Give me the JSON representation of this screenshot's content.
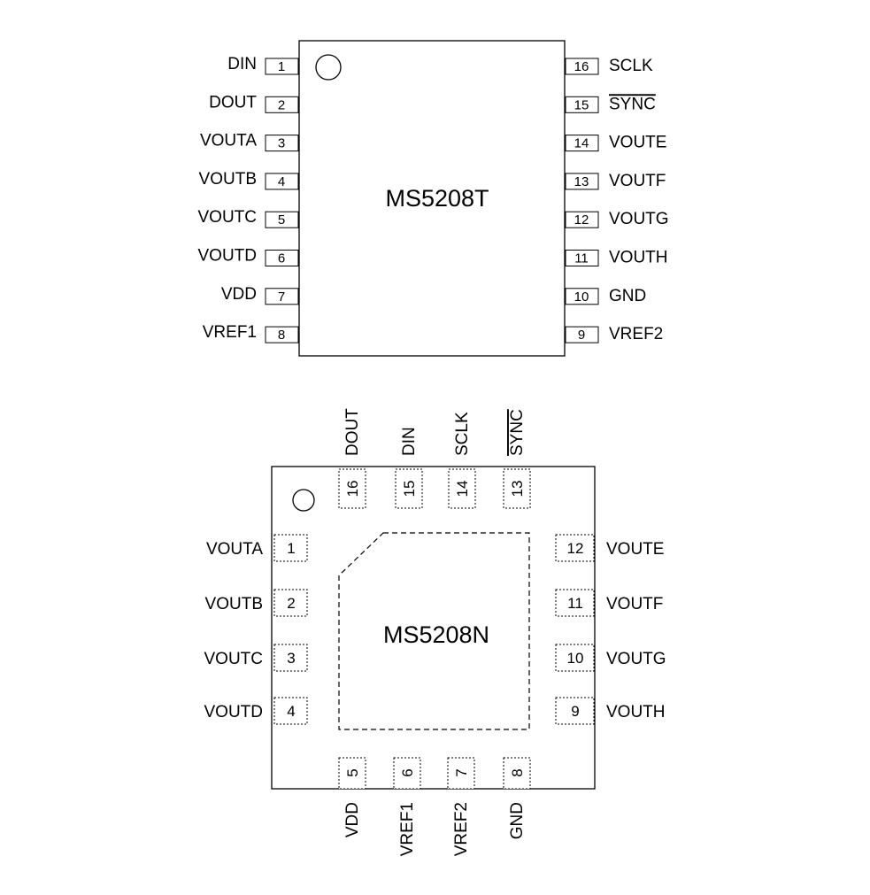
{
  "tssop": {
    "part": "MS5208T",
    "left_pins": [
      {
        "num": "1",
        "name": "DIN"
      },
      {
        "num": "2",
        "name": "DOUT"
      },
      {
        "num": "3",
        "name": "VOUTA"
      },
      {
        "num": "4",
        "name": "VOUTB"
      },
      {
        "num": "5",
        "name": "VOUTC"
      },
      {
        "num": "6",
        "name": "VOUTD"
      },
      {
        "num": "7",
        "name": "VDD"
      },
      {
        "num": "8",
        "name": "VREF1"
      }
    ],
    "right_pins": [
      {
        "num": "16",
        "name": "SCLK"
      },
      {
        "num": "15",
        "name": "SYNC",
        "overbar": true
      },
      {
        "num": "14",
        "name": "VOUTE"
      },
      {
        "num": "13",
        "name": "VOUTF"
      },
      {
        "num": "12",
        "name": "VOUTG"
      },
      {
        "num": "11",
        "name": "VOUTH"
      },
      {
        "num": "10",
        "name": "GND"
      },
      {
        "num": "9",
        "name": "VREF2"
      }
    ]
  },
  "qfn": {
    "part": "MS5208N",
    "top_pins": [
      {
        "num": "16",
        "name": "DOUT"
      },
      {
        "num": "15",
        "name": "DIN"
      },
      {
        "num": "14",
        "name": "SCLK"
      },
      {
        "num": "13",
        "name": "SYNC",
        "overbar": true
      }
    ],
    "left_pins": [
      {
        "num": "1",
        "name": "VOUTA"
      },
      {
        "num": "2",
        "name": "VOUTB"
      },
      {
        "num": "3",
        "name": "VOUTC"
      },
      {
        "num": "4",
        "name": "VOUTD"
      }
    ],
    "right_pins": [
      {
        "num": "12",
        "name": "VOUTE"
      },
      {
        "num": "11",
        "name": "VOUTF"
      },
      {
        "num": "10",
        "name": "VOUTG"
      },
      {
        "num": "9",
        "name": "VOUTH"
      }
    ],
    "bottom_pins": [
      {
        "num": "5",
        "name": "VDD"
      },
      {
        "num": "6",
        "name": "VREF1"
      },
      {
        "num": "7",
        "name": "VREF2"
      },
      {
        "num": "8",
        "name": "GND"
      }
    ]
  }
}
